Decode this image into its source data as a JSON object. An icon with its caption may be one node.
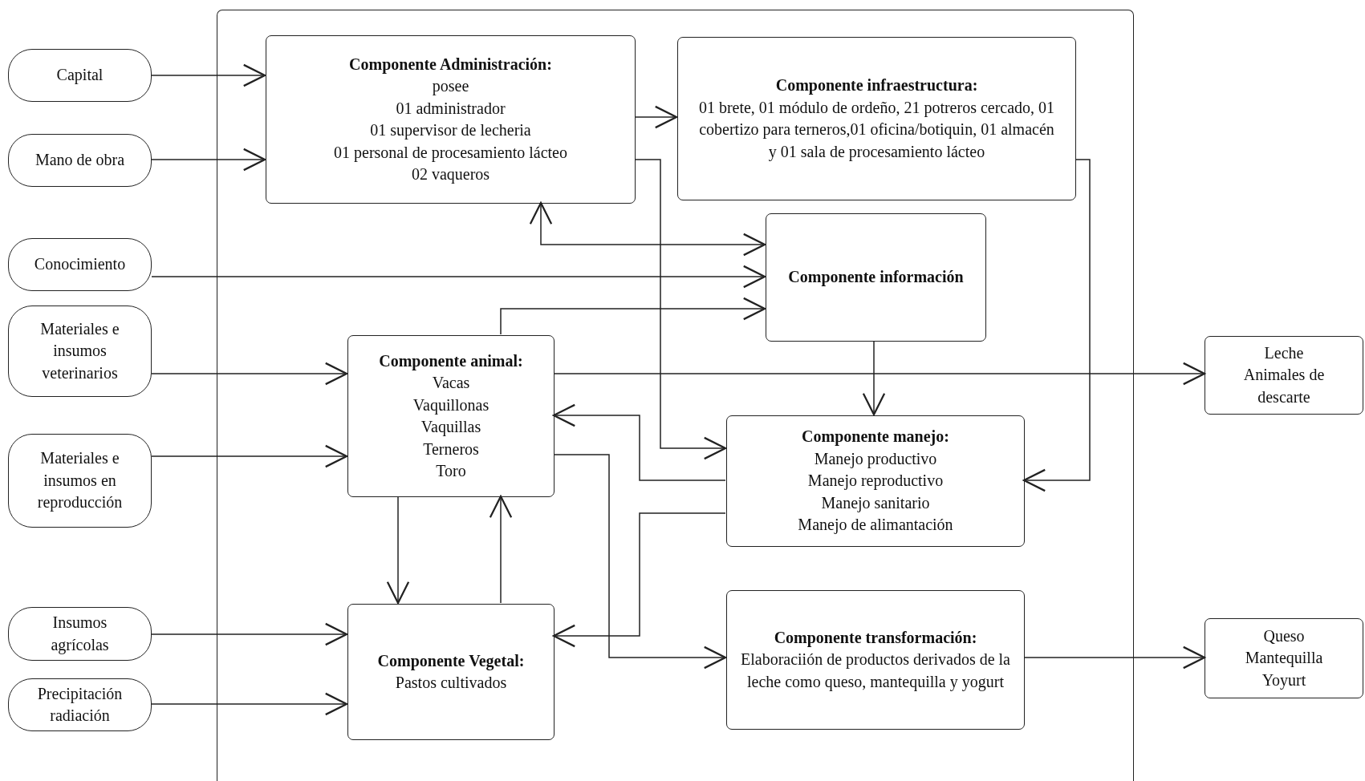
{
  "diagram": {
    "nodes": [
      {
        "text": [],
        "shape": "box"
      },
      {
        "text": [
          "Capital"
        ]
      },
      {
        "text": [
          "Mano de obra"
        ]
      },
      {
        "text": [
          "Conocimiento"
        ]
      },
      {
        "text": [
          "Materiales e insumos veterinarios"
        ]
      },
      {
        "text": [
          "Materiales e insumos en reproducción"
        ]
      },
      {
        "text": [
          "Insumos agrícolas"
        ]
      },
      {
        "text": [
          "Precipitación radiación"
        ]
      },
      {
        "text": [
          "Componente Administración:",
          "posee",
          "01 administrador",
          "01 supervisor de lecheria",
          "01 personal de procesamiento lácteo",
          "02 vaqueros"
        ],
        "in": 0
      },
      {
        "text": [
          "Componente infraestructura:",
          "01 brete, 01 módulo de ordeño, 21 potreros cercado, 01 cobertizo para terneros,01 oficina/botiquin, 01 almacén y 01 sala de procesamiento lácteo"
        ],
        "in": 0
      },
      {
        "text": [
          "Componente información"
        ],
        "in": 0
      },
      {
        "text": [
          "Componente animal:",
          "Vacas",
          "Vaquillonas",
          "Vaquillas",
          "Terneros",
          "Toro"
        ],
        "in": 0
      },
      {
        "text": [
          "Componente manejo:",
          "Manejo productivo",
          "Manejo reproductivo",
          "Manejo sanitario",
          "Manejo de alimantación"
        ],
        "in": 0
      },
      {
        "text": [
          "Componente Vegetal:",
          "Pastos cultivados"
        ],
        "in": 0
      },
      {
        "text": [
          "Componente transformación:",
          "Elaboraciión de productos derivados de la leche como queso, mantequilla y yogurt"
        ],
        "in": 0
      },
      {
        "text": [
          "Leche",
          "Animales de descarte"
        ]
      },
      {
        "text": [
          "Queso",
          "Mantequilla",
          "Yoyurt"
        ]
      }
    ],
    "edges": [
      {
        "from": 1,
        "to": 8,
        "arrow": "to"
      },
      {
        "from": 2,
        "to": 8,
        "arrow": "to"
      },
      {
        "from": 3,
        "to": 10,
        "arrow": "to"
      },
      {
        "from": 4,
        "to": 11,
        "arrow": "to"
      },
      {
        "from": 5,
        "to": 11,
        "arrow": "to"
      },
      {
        "from": 6,
        "to": 13,
        "arrow": "to"
      },
      {
        "from": 7,
        "to": 13,
        "arrow": "to"
      },
      {
        "from": 8,
        "to": 9,
        "arrow": "to"
      },
      {
        "from": 8,
        "to": 12,
        "arrow": "to"
      },
      {
        "from": 8,
        "to": 10,
        "arrow": "both"
      },
      {
        "from": 11,
        "to": 10,
        "arrow": "to"
      },
      {
        "from": 11,
        "to": 15,
        "arrow": "to"
      },
      {
        "from": 10,
        "to": 12,
        "arrow": "to"
      },
      {
        "from": 12,
        "to": 11,
        "arrow": "to"
      },
      {
        "from": 12,
        "to": 13,
        "arrow": "to"
      },
      {
        "from": 11,
        "to": 14,
        "arrow": "to"
      },
      {
        "from": 11,
        "to": 13,
        "arrow": "to"
      },
      {
        "from": 13,
        "to": 11,
        "arrow": "to"
      },
      {
        "from": 9,
        "to": 12,
        "arrow": "to"
      },
      {
        "from": 14,
        "to": 16,
        "arrow": "to"
      }
    ]
  }
}
